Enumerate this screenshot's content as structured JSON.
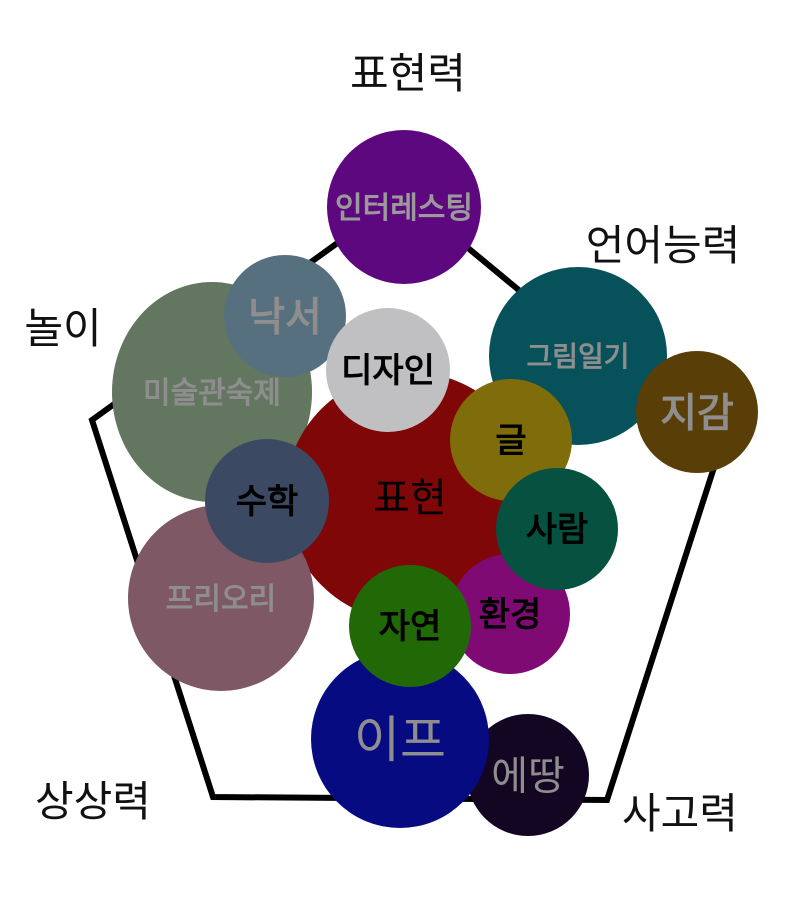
{
  "axes": [
    {
      "id": "expression",
      "label": "표현력"
    },
    {
      "id": "language",
      "label": "언어능력"
    },
    {
      "id": "play",
      "label": "놀이"
    },
    {
      "id": "imagination",
      "label": "상상력"
    },
    {
      "id": "thinking",
      "label": "사고력"
    }
  ],
  "bubbles": [
    {
      "id": "art-homework",
      "label": "미술관숙제",
      "color": "#627660",
      "text_color": "#8e8e8e"
    },
    {
      "id": "interesting",
      "label": "인터레스팅",
      "color": "#5e0880",
      "text_color": "#9a9a9a"
    },
    {
      "id": "doodle",
      "label": "낙서",
      "color": "#56707f",
      "text_color": "#8e8e8e"
    },
    {
      "id": "picture-diary",
      "label": "그림일기",
      "color": "#06515a",
      "text_color": "#8e8e8e"
    },
    {
      "id": "jigam",
      "label": "지감",
      "color": "#5a3e08",
      "text_color": "#8e8e8e"
    },
    {
      "id": "expression-core",
      "label": "표현",
      "color": "#800707",
      "text_color": "#000000"
    },
    {
      "id": "design",
      "label": "디자인",
      "color": "#c0c0c2",
      "text_color": "#000000"
    },
    {
      "id": "writing",
      "label": "글",
      "color": "#7f6c0a",
      "text_color": "#000000"
    },
    {
      "id": "priori",
      "label": "프리오리",
      "color": "#7f5866",
      "text_color": "#8e8e8e"
    },
    {
      "id": "math",
      "label": "수학",
      "color": "#3b4a62",
      "text_color": "#000000"
    },
    {
      "id": "environment",
      "label": "환경",
      "color": "#800a73",
      "text_color": "#000000"
    },
    {
      "id": "people",
      "label": "사람",
      "color": "#065140",
      "text_color": "#000000"
    },
    {
      "id": "edang",
      "label": "에땅",
      "color": "#120622",
      "text_color": "#8e8e8e"
    },
    {
      "id": "if",
      "label": "이프",
      "color": "#060b82",
      "text_color": "#8e8e8e"
    },
    {
      "id": "nature",
      "label": "자연",
      "color": "#216907",
      "text_color": "#000000"
    }
  ]
}
